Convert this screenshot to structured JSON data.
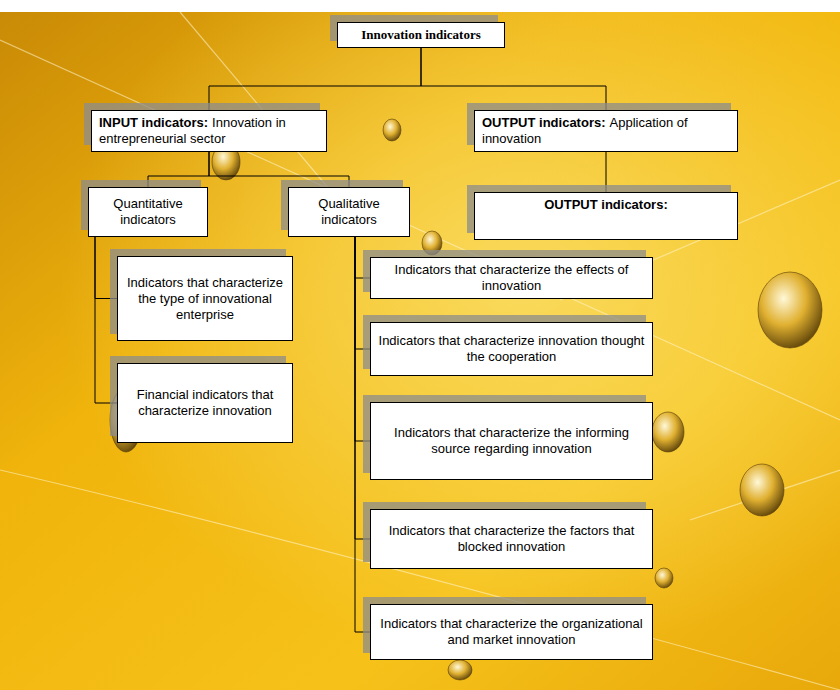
{
  "diagram": {
    "nodes": [
      {
        "text": [
          "Innovation indicators"
        ]
      },
      {
        "text": [
          "INPUT indicators:",
          "Innovation in entrepreneurial sector"
        ]
      },
      {
        "text": [
          "OUTPUT indicators:",
          "Application of innovation"
        ]
      },
      {
        "text": [
          "Quantitative indicators"
        ]
      },
      {
        "text": [
          "Qualitative indicators"
        ]
      },
      {
        "text": [
          "OUTPUT indicators:"
        ]
      },
      {
        "text": [
          "Indicators that characterize the type of innovational enterprise"
        ]
      },
      {
        "text": [
          "Financial indicators that characterize innovation"
        ]
      },
      {
        "text": [
          "Indicators that characterize the effects of innovation"
        ]
      },
      {
        "text": [
          "Indicators that characterize innovation thought the cooperation"
        ]
      },
      {
        "text": [
          "Indicators that characterize the informing source regarding innovation"
        ]
      },
      {
        "text": [
          "Indicators that characterize the factors that blocked innovation"
        ]
      },
      {
        "text": [
          "Indicators that characterize the organizational and market innovation"
        ]
      }
    ],
    "edges": [
      {
        "from": 0,
        "to": 1,
        "arrow": "none"
      },
      {
        "from": 0,
        "to": 2,
        "arrow": "none"
      },
      {
        "from": 1,
        "to": 3,
        "arrow": "none"
      },
      {
        "from": 1,
        "to": 4,
        "arrow": "none"
      },
      {
        "from": 2,
        "to": 5,
        "arrow": "none"
      },
      {
        "from": 3,
        "to": 6,
        "arrow": "none"
      },
      {
        "from": 3,
        "to": 7,
        "arrow": "none"
      },
      {
        "from": 4,
        "to": 8,
        "arrow": "none"
      },
      {
        "from": 4,
        "to": 9,
        "arrow": "none"
      },
      {
        "from": 4,
        "to": 10,
        "arrow": "none"
      },
      {
        "from": 4,
        "to": 11,
        "arrow": "none"
      },
      {
        "from": 4,
        "to": 12,
        "arrow": "none"
      }
    ]
  }
}
